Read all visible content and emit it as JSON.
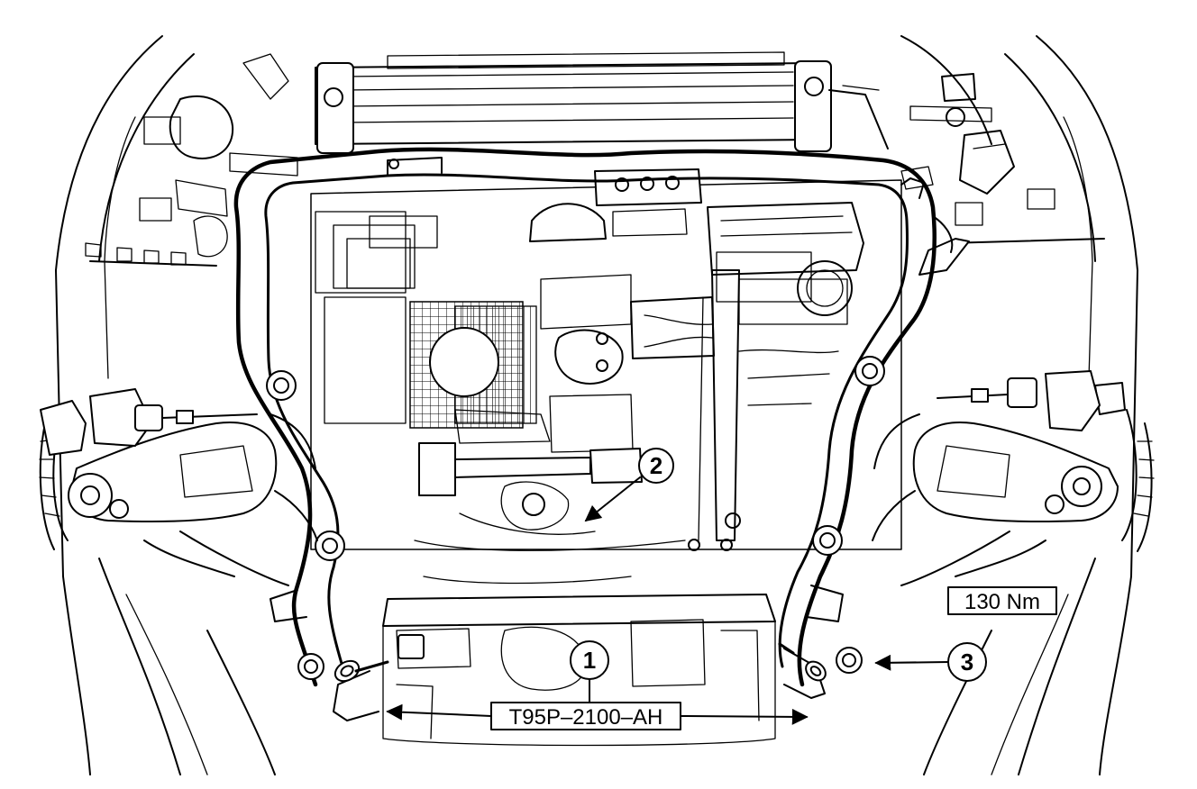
{
  "callouts": [
    {
      "number": "1"
    },
    {
      "number": "2"
    },
    {
      "number": "3"
    }
  ],
  "labels": {
    "tool_code": "T95P–2100–AH",
    "torque": "130 Nm"
  },
  "colors": {
    "ink": "#000000",
    "paper": "#ffffff"
  }
}
